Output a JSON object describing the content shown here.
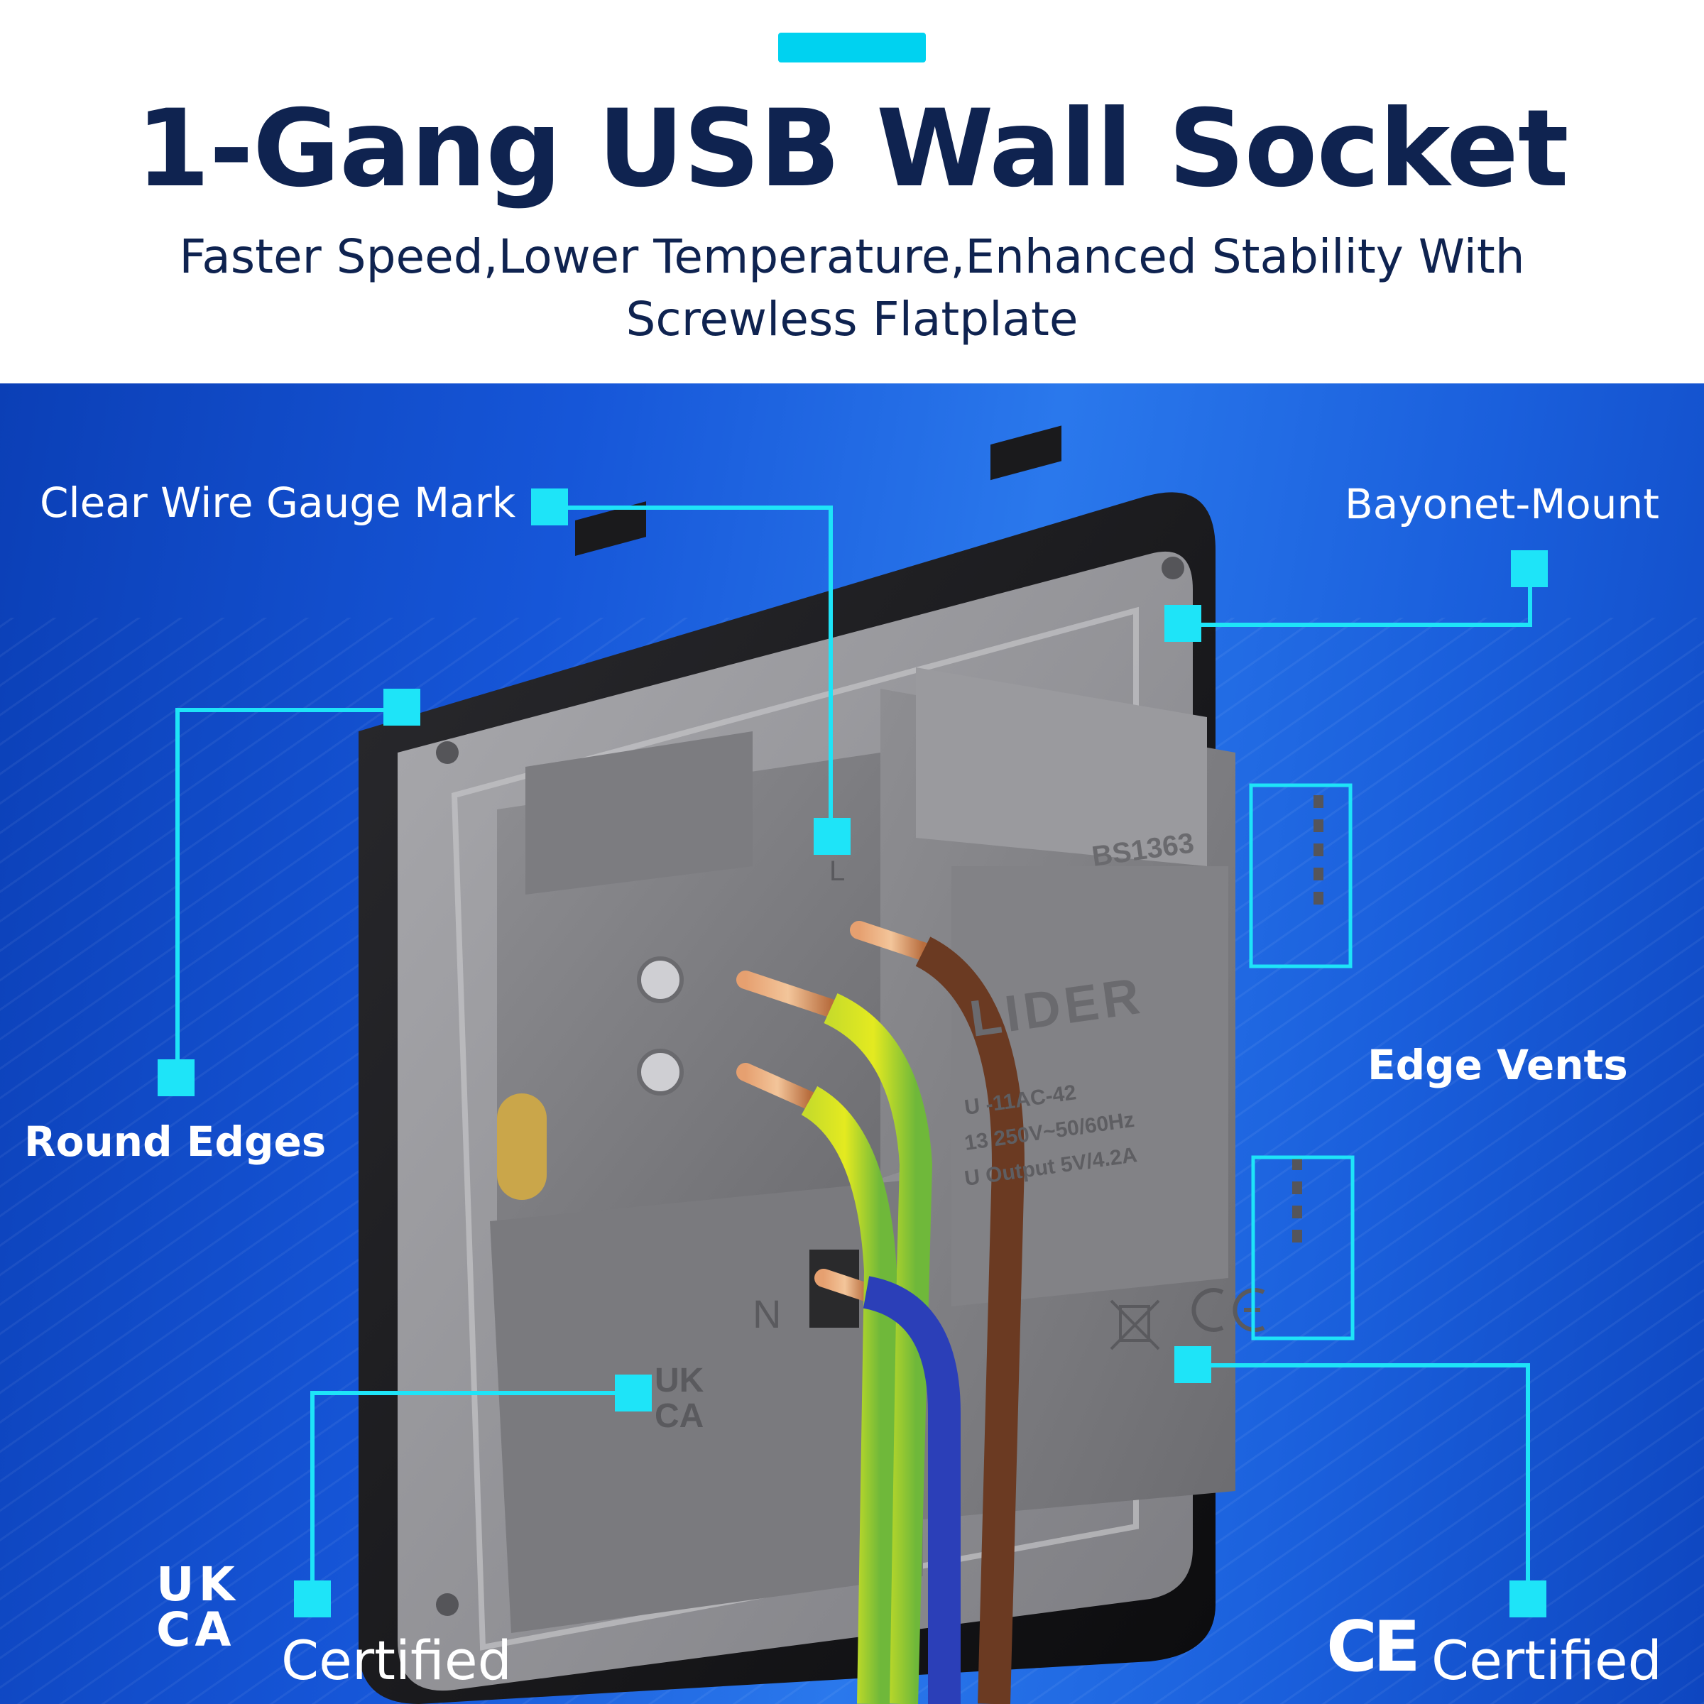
{
  "header": {
    "title": "1-Gang USB Wall Socket",
    "subtitle_line1": "Faster Speed,Lower Temperature,Enhanced Stability With",
    "subtitle_line2": "Screwless Flatplate"
  },
  "callouts": {
    "wire_gauge": "Clear Wire Gauge Mark",
    "bayonet": "Bayonet-Mount",
    "round_edges": "Round Edges",
    "edge_vents": "Edge Vents",
    "ukca_certified": "Certified",
    "ce_certified": "Certified"
  },
  "certifications": {
    "ukca_mark_line1": "UK",
    "ukca_mark_line2": "CA",
    "ce_mark": "CE"
  },
  "product_labels": {
    "standard": "BS1363",
    "brand": "LIDER",
    "model": "U -11AC-42",
    "rating": "13 250V~50/60Hz",
    "usb_output": "U Output 5V/4.2A",
    "terminal_live": "L",
    "terminal_neutral": "N",
    "back_ukca_line1": "UK",
    "back_ukca_line2": "CA"
  },
  "colors": {
    "accent": "#00d2f0",
    "title": "#0f2350",
    "background_blue": "#1656d8",
    "wire_live": "#6b3a22",
    "wire_earth": "#9acd32",
    "wire_neutral": "#2b3fb8"
  }
}
